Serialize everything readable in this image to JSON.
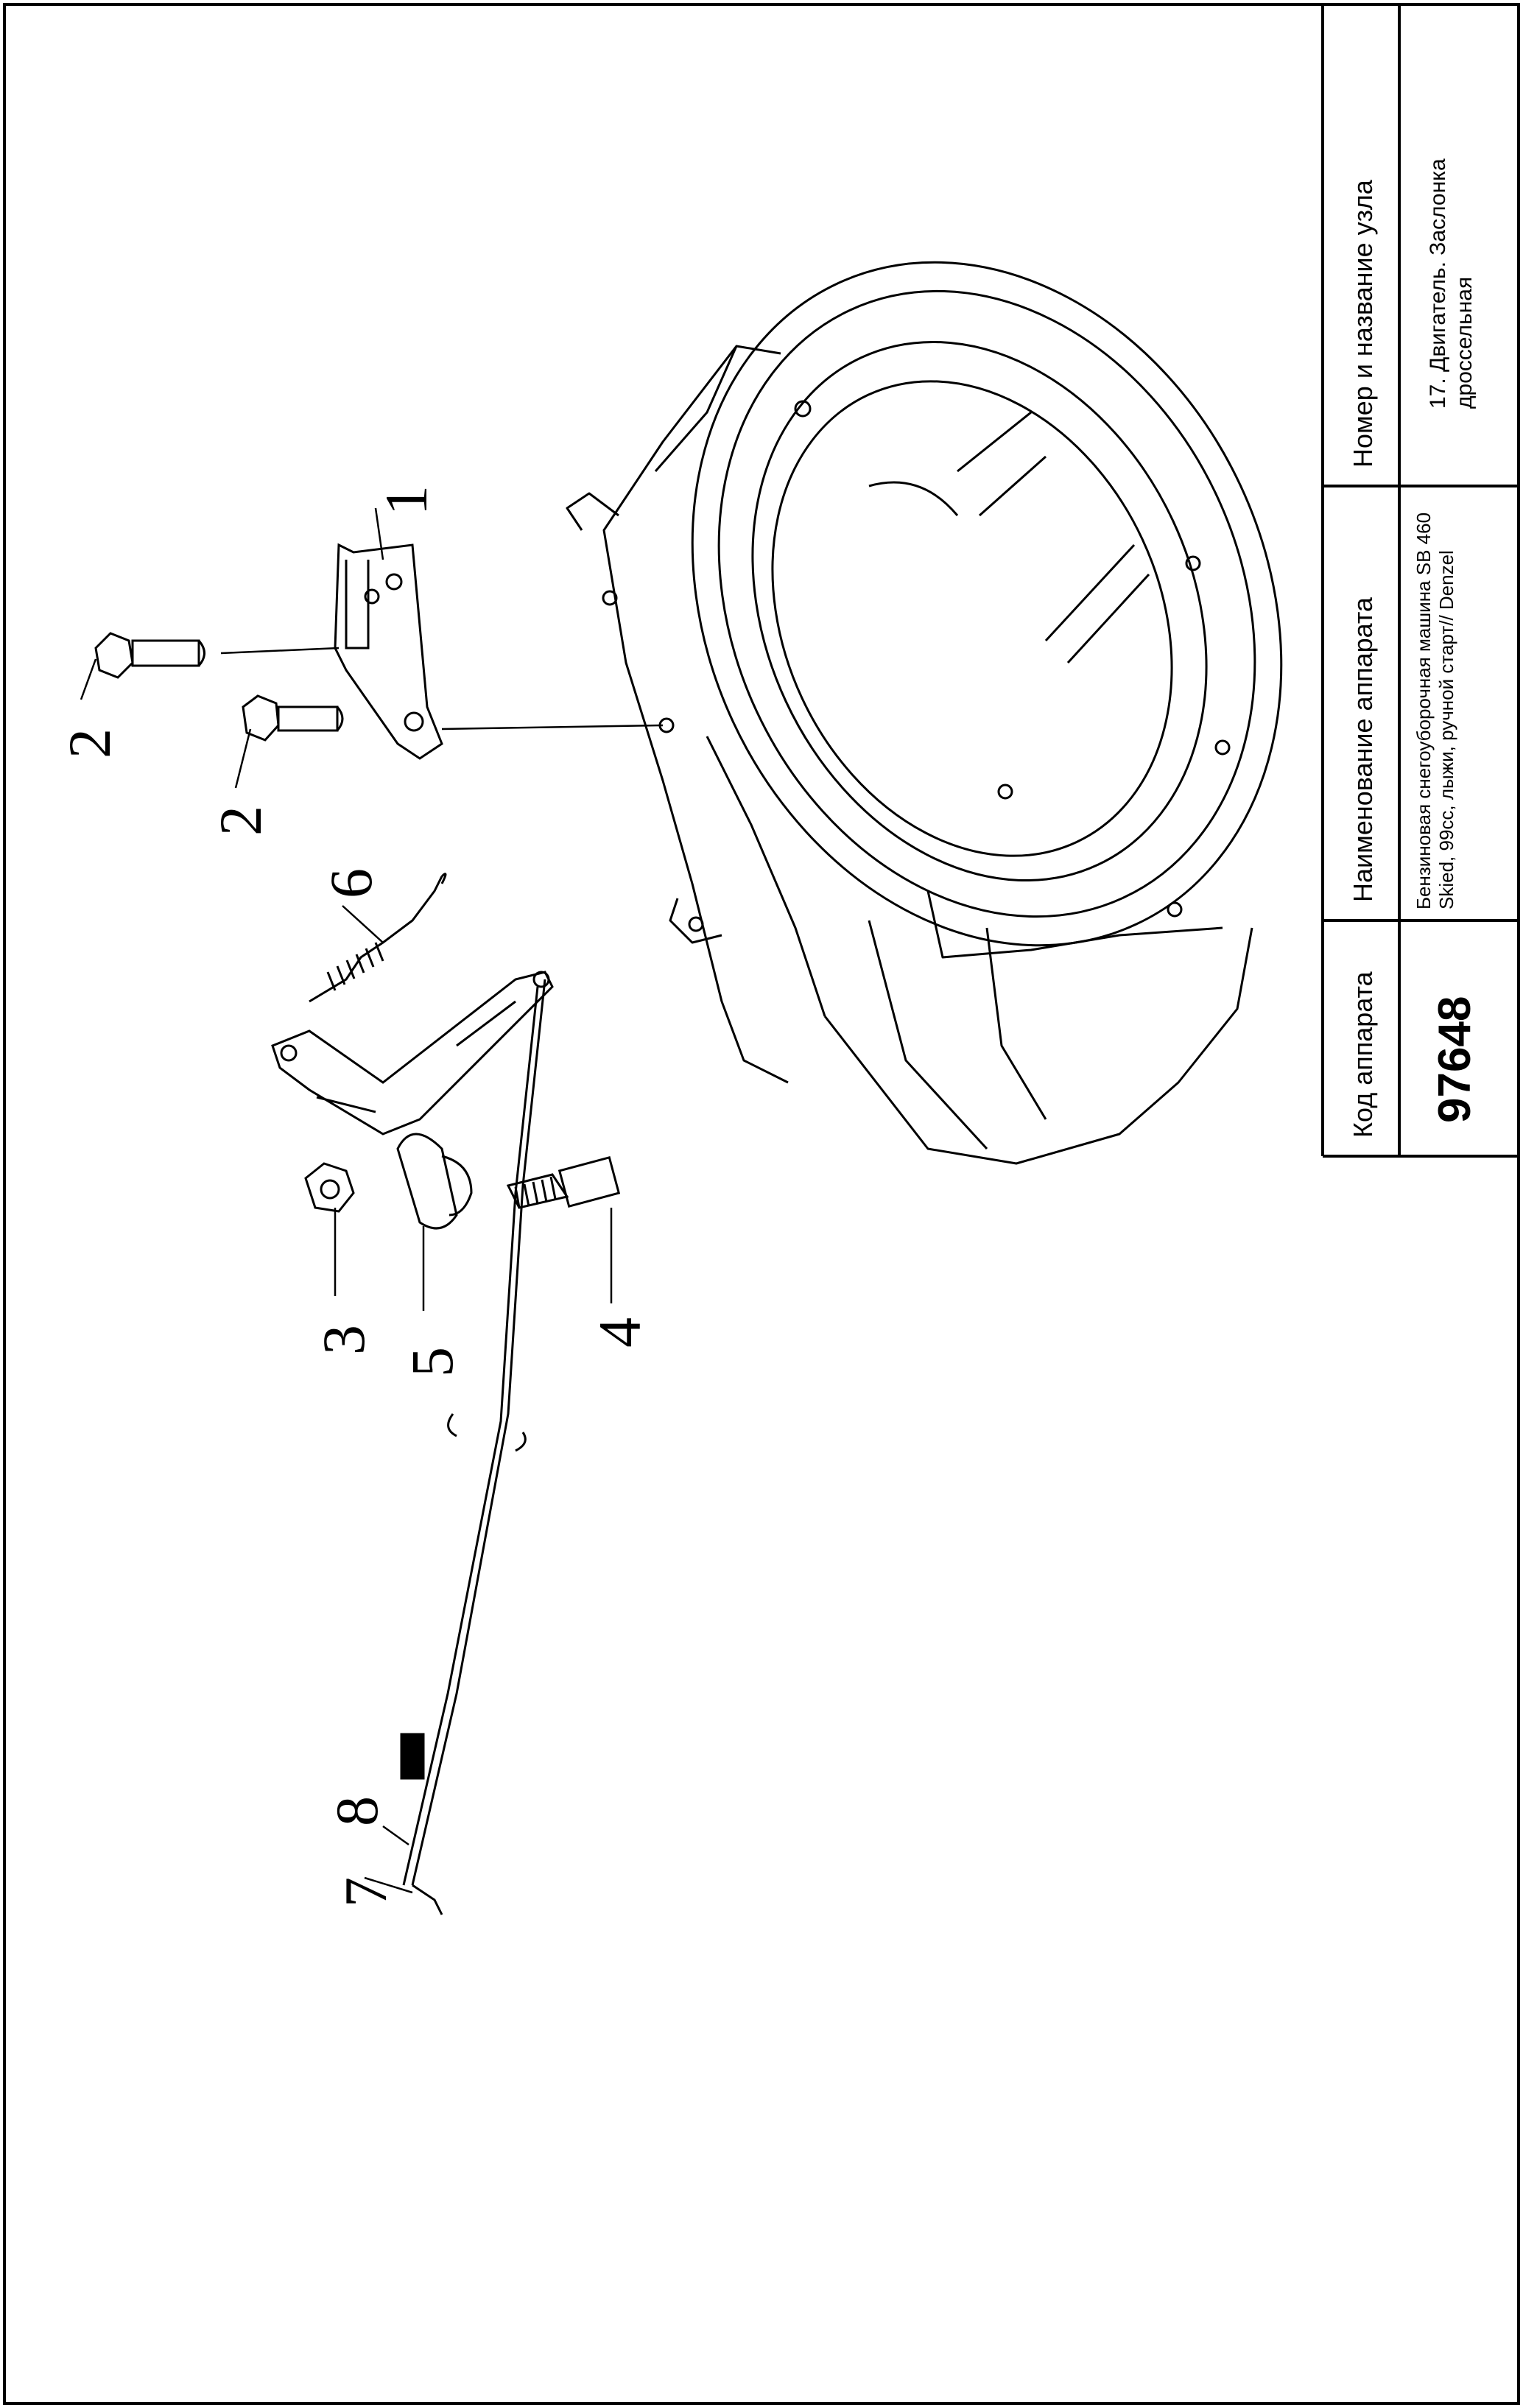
{
  "title_block": {
    "col1_header": "Код аппарата",
    "col1_value": "97648",
    "col2_header": "Наименование аппарата",
    "col2_value": "Бензиновая снегоуборочная машина SB 460 Skied, 99cc, лыжи, ручной старт// Denzel",
    "col3_header": "Номер и название узла",
    "col3_value": "17. Двигатель. Заслонка дроссельная"
  },
  "callouts": [
    "1",
    "2",
    "2",
    "3",
    "4",
    "5",
    "6",
    "7",
    "8"
  ],
  "colors": {
    "line": "#000000",
    "background": "#ffffff"
  }
}
